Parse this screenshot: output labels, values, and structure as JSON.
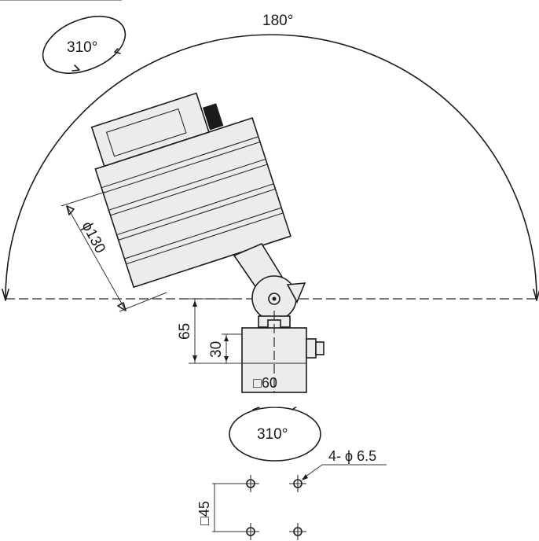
{
  "annotations": {
    "arc_angle": "180°",
    "head_rotation": "310°",
    "base_rotation": "310°",
    "head_diameter": "ϕ130",
    "height_65": "65",
    "height_30": "30",
    "base_size": "□60",
    "hole_spec": "4- ϕ 6.5",
    "hole_spacing": "□45"
  },
  "colors": {
    "line": "#1c1c1c",
    "fill": "#ececec",
    "background": "#ffffff"
  }
}
